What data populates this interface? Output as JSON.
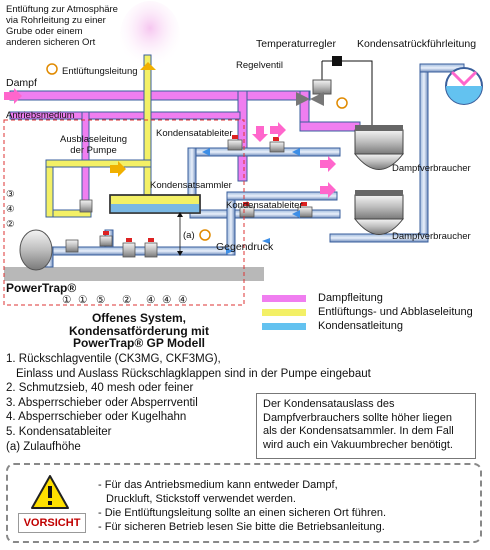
{
  "labels": {
    "vent_note": [
      "Entlüftung zur Atmosphäre",
      "via Rohrleitung zu einer",
      "Grube oder einem",
      "anderen sicheren Ort"
    ],
    "entlueftungsleitung": "Entlüftungsleitung",
    "dampf": "Dampf",
    "antriebsmedium": "Antriebsmedium",
    "temperaturregler": "Temperaturregler",
    "kondensatrueckfuehrleitung": "Kondensatrückführleitung",
    "regelventil": "Regelventil",
    "ausblaseleitung": [
      "Ausblaseleitung",
      "der Pumpe"
    ],
    "kondensatableiter_top": "Kondensatableiter",
    "kondensatsammler": "Kondensatsammler",
    "dampfverbraucher_1": "Dampfverbraucher",
    "kondensatableiter_mid": "Kondensatableiter",
    "dampfverbraucher_2": "Dampfverbraucher",
    "gegendruck": "Gegendruck",
    "a_marker": "(a)",
    "powertrap": "PowerTrap®",
    "callouts_left": [
      "③",
      "④",
      "②"
    ],
    "callouts_bottom": [
      "①",
      "①",
      "⑤",
      "②",
      "④",
      "④",
      "④"
    ],
    "caption": [
      "Offenes System,",
      "Kondensatförderung mit",
      "PowerTrap® GP Modell"
    ]
  },
  "legend": [
    {
      "label": "Dampfleitung",
      "color": "#f07ef0"
    },
    {
      "label": "Entlüftungs- und Abblaseleitung",
      "color": "#f3f066"
    },
    {
      "label": "Kondensatleitung",
      "color": "#63c2f0"
    }
  ],
  "notes": [
    "1. Rückschlagventile (CK3MG, CKF3MG),",
    "   Einlass und Auslass Rückschlagklappen sind in der Pumpe eingebaut",
    "2. Schmutzsieb, 40 mesh oder feiner",
    "3. Absperrschieber oder Absperrventil",
    "4. Absperrschieber oder Kugelhahn",
    "5. Kondensatableiter",
    "(a) Zulaufhöhe"
  ],
  "info": "Der Kondensatauslass des Dampfverbrauchers sollte höher liegen als der Kondensatsammler. In dem Fall wird auch ein Vakuumbrecher benötigt.",
  "warning": {
    "title": "VORSICHT",
    "lines": [
      "- Für das Antriebsmedium kann entweder Dampf,",
      "  Druckluft, Stickstoff verwendet werden.",
      "- Die Entlüftungsleitung sollte an einen sicheren Ort führen.",
      "- Für sicheren Betrieb lesen Sie bitte die Betriebsanleitung."
    ]
  },
  "colors": {
    "steam": "#f07ef0",
    "vent": "#f3f066",
    "condensate": "#63c2f0",
    "pipe_outline": "#3a5f9c",
    "arrow_blue": "#3d8ee6",
    "arrow_yellow": "#f0b000",
    "arrow_pink": "#ff66cc"
  }
}
